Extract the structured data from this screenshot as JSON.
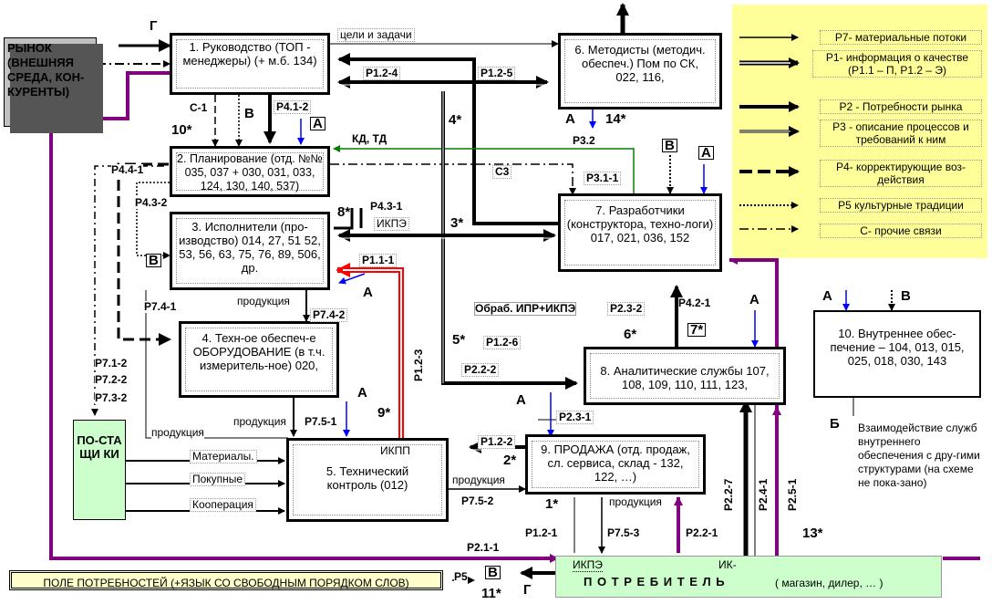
{
  "market": {
    "label": "РЫНОК (ВНЕШНЯЯ СРЕДА, КОН-КУРЕНТЫ)"
  },
  "boxes": {
    "management": "1. Руководство (ТОП - менеджеры) (+ м.б. 134)",
    "methodists": "6. Методисты (методич. обеспеч.) Пом по СК, 022, 116,",
    "planning": "2. Планирование (отд. №№ 035, 037 + 030, 031, 033, 124, 130, 140, 537)",
    "executors": "3. Исполнители (про-изводство) 014, 27, 51 52, 53, 56, 63, 75, 76, 89, 506, др.",
    "developers": "7. Разработчики (конструктора, техно-логи) 017, 021, 036, 152",
    "equipment": "4. Техн-ое обеспеч-е ОБОРУДОВАНИЕ (в т.ч. измеритель-ное) 020,",
    "analytics": "8. Аналитические службы 107, 108, 109, 110, 111, 123,",
    "internal": "10. Внутреннее обес-печение – 104, 013, 015, 025, 018, 030, 143",
    "techcontrol_tag": "ИКПП",
    "techcontrol": "5. Технический контроль (012)",
    "sales": "9. ПРОДАЖА (отд. продаж, сл. сервиса, склад - 132, 122, …)"
  },
  "suppliers": {
    "label": "ПО-СТА ЩИ КИ"
  },
  "consumer": {
    "tag1": "ИКПЭ",
    "tag2": "ИК-",
    "label": "П О Т Р Е Б И Т Е Л Ь",
    "sub": "( магазин, дилер, … )"
  },
  "field": {
    "label": "ПОЛЕ ПОТРЕБНОСТЕЙ (+ЯЗЫК СО СВОБОДНЫМ ПОРЯДКОМ СЛОВ)"
  },
  "internal_note": "Взаимодействие служб внутреннего обеспечения с дру-гими структурами (на схеме не пока-зано)",
  "legend": [
    {
      "label": "Р7- материальные потоки"
    },
    {
      "label": "Р1- информация о качестве (Р1.1 – П, Р1.2 – Э)"
    },
    {
      "label": "Р2 - Потребности рынка"
    },
    {
      "label": "Р3 - описание процессов и требований к ним"
    },
    {
      "label": "Р4- корректирующие воз-действия"
    },
    {
      "label": "Р5 культурные традиции"
    },
    {
      "label": "С- прочие связи"
    }
  ],
  "labels": {
    "g_top": "Г",
    "goals": "цели и задачи",
    "p124": "Р1.2-4",
    "p125": "Р1.2-5",
    "c1": "С-1",
    "b1": "В",
    "p412": "Р4.1-2",
    "a1": "А",
    "n10": "10*",
    "kd": "КД, ТД",
    "n4": "4*",
    "a2": "А",
    "n14": "14*",
    "p32": "Р3.2",
    "b2": "В",
    "a3": "А",
    "p441": "Р4.4-1",
    "c3": "С3",
    "p311": "Р3.1-1",
    "p432": "Р4.3-2",
    "n8": "8*",
    "p431": "Р4.3-1",
    "ikpe1": "ИКПЭ",
    "n3": "3*",
    "b3": "В",
    "p111": "Р1.1-1",
    "a4": "А",
    "production1": "продукция",
    "p741": "Р7.4-1",
    "p742": "Р7.4-2",
    "obrab": "Обраб. ИПР+ИКПЭ",
    "p232": "Р2.3-2",
    "p421": "Р4.2-1",
    "a5": "А",
    "n6": "6*",
    "n7": "7*",
    "n5": "5*",
    "p126": "Р1.2-6",
    "p712": "Р7.1-2",
    "p722": "Р7.2-2",
    "p732": "Р7.3-2",
    "p123": "Р1.2-3",
    "p222": "Р2.2-2",
    "a6": "А",
    "n9": "9*",
    "a7": "А",
    "p231": "Р2.3-1",
    "production2": "продукция",
    "p751": "Р7.5-1",
    "production3": "продукция",
    "materials": "Материалы.",
    "purchased": "Покупные",
    "cooperation": "Кооперация",
    "p122": "Р1.2-2",
    "n2": "2*",
    "production4": "продукция",
    "p752": "Р7.5-2",
    "n1": "1*",
    "production5": "продукция",
    "p227": "Р2.2-7",
    "p241": "Р2.4-1",
    "p251": "Р2.5-1",
    "p121": "Р1.2-1",
    "p753": "Р7.5-3",
    "p221": "Р2.2-1",
    "p211": "Р2.1-1",
    "n13": "13*",
    "p5": "Р5",
    "b4": "В",
    "g4": "Г",
    "n11": "11*",
    "a8": "А",
    "b5": "В",
    "bb": "Б"
  },
  "colors": {
    "purple": "#800080",
    "green": "#008000",
    "blue": "#0000ff",
    "red": "#ff0000",
    "legend_bg": "#ffff99",
    "green_bg": "#ccffcc",
    "market_bg": "#c0c0c0"
  }
}
